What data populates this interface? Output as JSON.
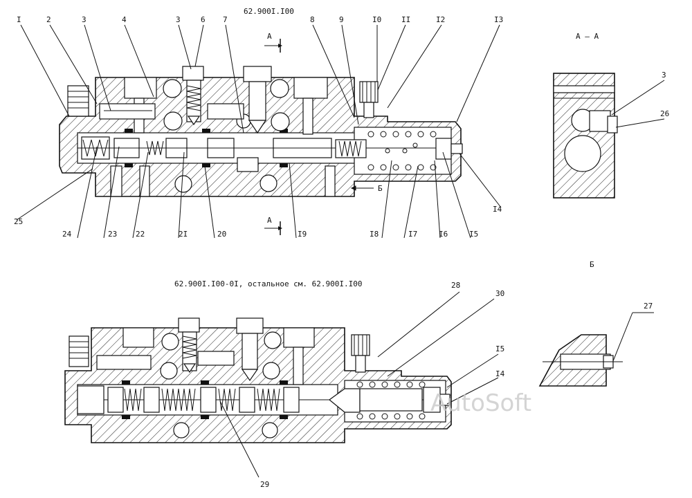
{
  "view_top": {
    "title": "62.900I.I00",
    "callouts_top": [
      "I",
      "2",
      "3",
      "4",
      "3",
      "6",
      "7",
      "8",
      "9",
      "I0",
      "II",
      "I2",
      "I3"
    ],
    "callouts_bottom": [
      "25",
      "24",
      "23",
      "22",
      "2I",
      "20",
      "I9",
      "I8",
      "I7",
      "I6",
      "I5",
      "I4"
    ],
    "section_mark": "А",
    "view_mark": "Б"
  },
  "section_aa": {
    "title": "А – А",
    "callouts": [
      "3",
      "26"
    ]
  },
  "view_b": {
    "title": "Б",
    "callouts": [
      "27"
    ]
  },
  "view_bottom": {
    "title": "62.900I.I00-0I, остальное см. 62.900I.I00",
    "callouts": [
      "28",
      "30",
      "I5",
      "I4",
      "29"
    ]
  },
  "watermark": "AutoSoft"
}
